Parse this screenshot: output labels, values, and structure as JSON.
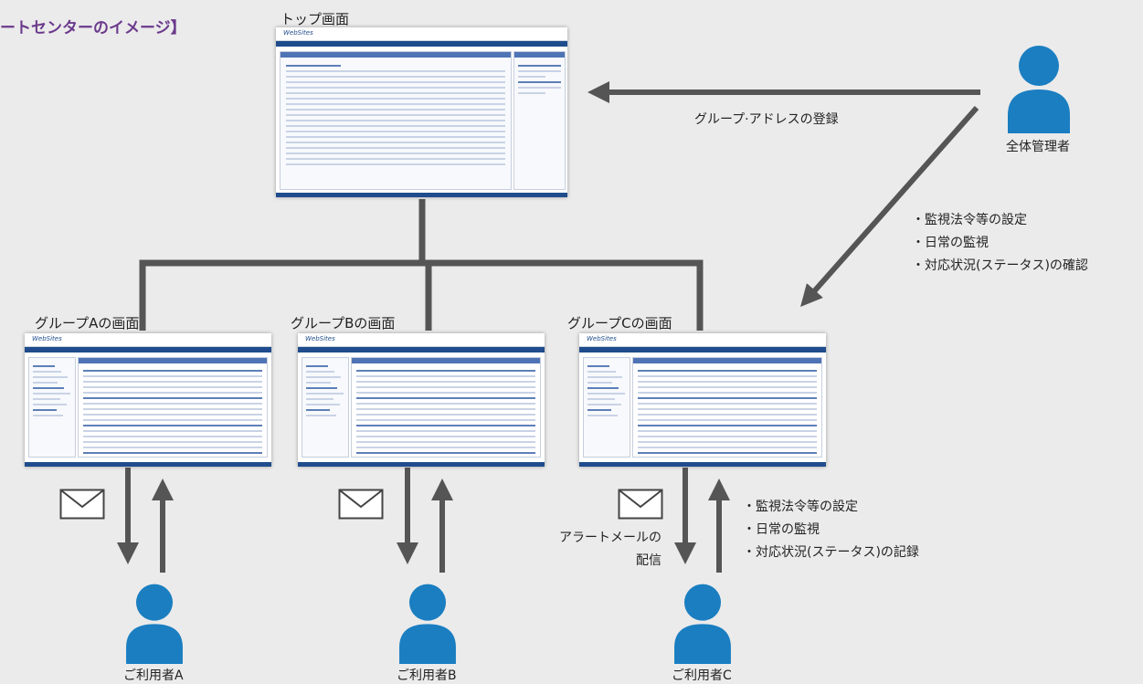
{
  "title": "ートセンターのイメージ】",
  "top_screen": {
    "label": "トップ画面",
    "brand": "WebSites"
  },
  "admin": {
    "label": "全体管理者",
    "arrow_label": "グループ·アドレスの登録",
    "notes": [
      "・監視法令等の設定",
      "・日常の監視",
      "・対応状況(ステータス)の確認"
    ]
  },
  "groups": [
    {
      "label": "グループAの画面",
      "user": "ご利用者A"
    },
    {
      "label": "グループBの画面",
      "user": "ご利用者B"
    },
    {
      "label": "グループCの画面",
      "user": "ご利用者C"
    }
  ],
  "alert_mail_label": [
    "アラートメールの",
    "配信"
  ],
  "user_c_notes": [
    "・監視法令等の設定",
    "・日常の監視",
    "・対応状況(ステータス)の記録"
  ],
  "colors": {
    "person": "#1a7ec1",
    "arrow": "#555555",
    "title": "#6b3a8c",
    "screen_nav": "#1f4c8c"
  },
  "icons": [
    "person-icon",
    "mail-icon"
  ]
}
